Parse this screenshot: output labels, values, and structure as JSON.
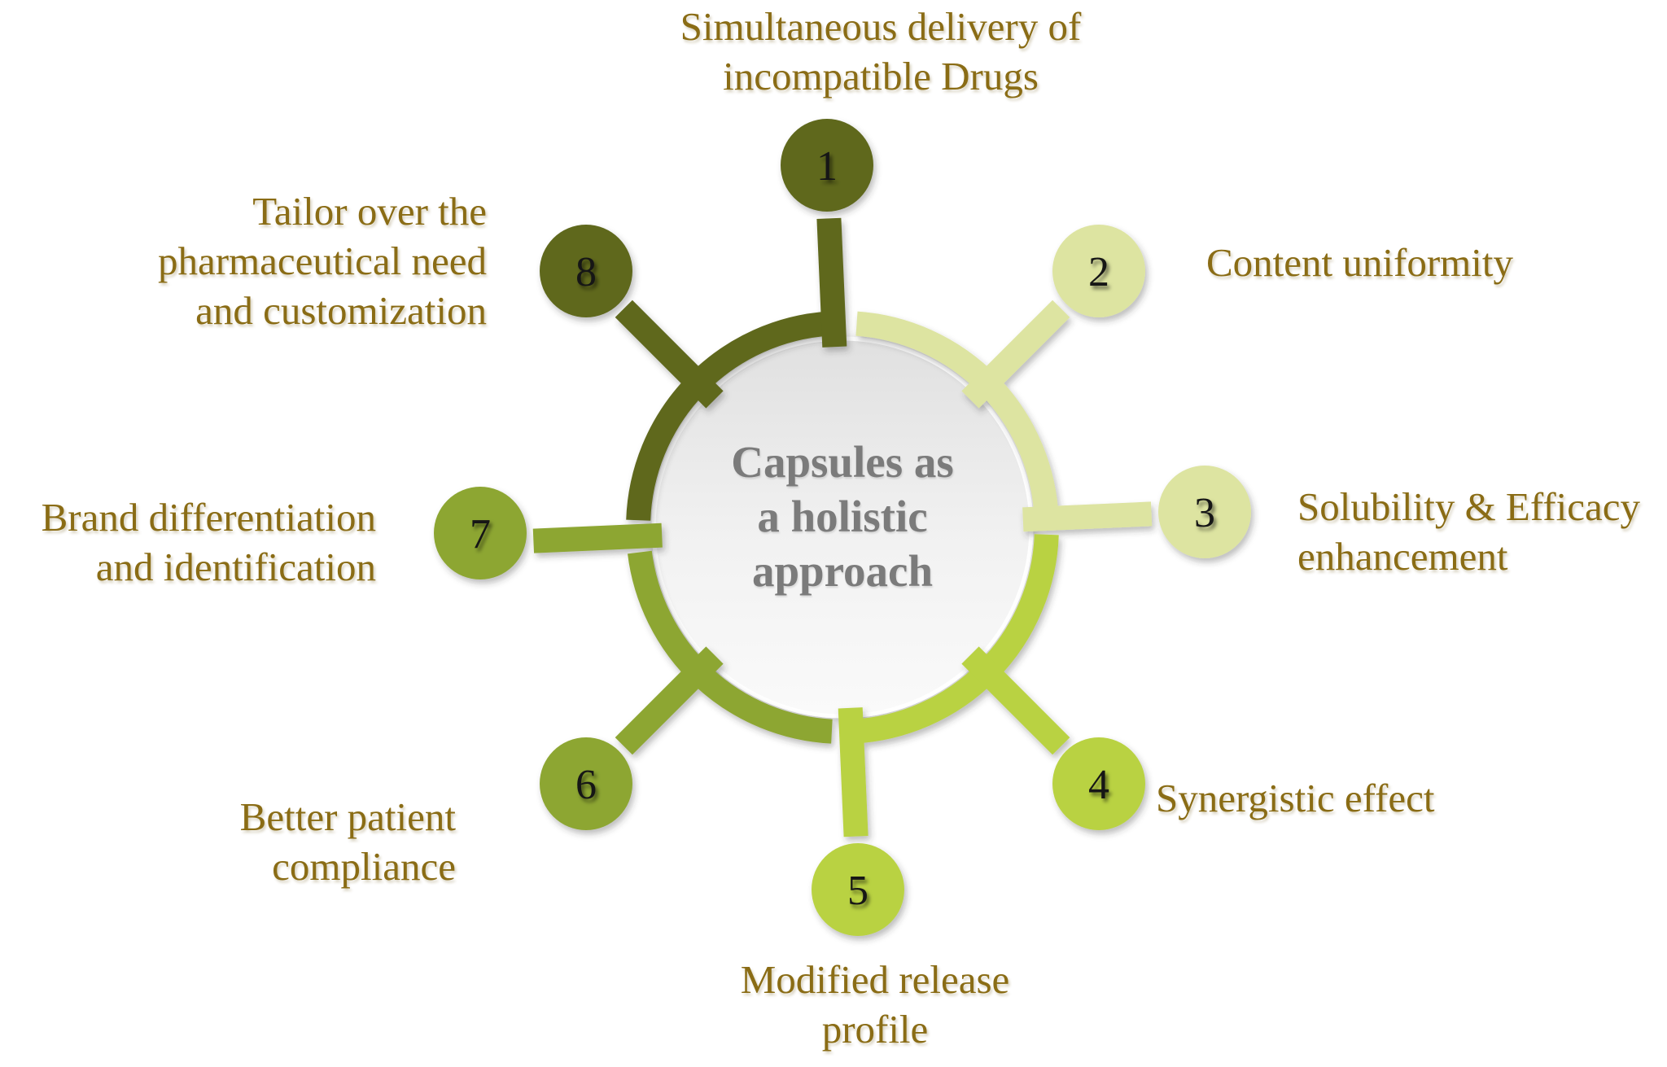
{
  "diagram": {
    "center": {
      "title": "Capsules as a holistic approach",
      "lines": [
        "Capsules as",
        "a holistic",
        "approach"
      ]
    },
    "palette": {
      "dark_olive": "#5e671d",
      "olive_green": "#8da633",
      "yellow_green": "#b9d243",
      "pale_green": "#dde4a1",
      "label_text": "#8a6c15",
      "center_text": "#7b7b7b",
      "number_text": "#161616",
      "hub_fill_top": "#e0e0e0",
      "hub_fill_bottom": "#fafafa"
    },
    "nodes": [
      {
        "number": "1",
        "label": "Simultaneous delivery of incompatible Drugs",
        "lines": [
          "Simultaneous delivery of",
          "incompatible Drugs"
        ]
      },
      {
        "number": "2",
        "label": "Content uniformity",
        "lines": [
          "Content uniformity"
        ]
      },
      {
        "number": "3",
        "label": "Solubility & Efficacy enhancement",
        "lines": [
          "Solubility & Efficacy",
          "enhancement"
        ]
      },
      {
        "number": "4",
        "label": "Synergistic effect",
        "lines": [
          "Synergistic effect"
        ]
      },
      {
        "number": "5",
        "label": "Modified release profile",
        "lines": [
          "Modified release",
          "profile"
        ]
      },
      {
        "number": "6",
        "label": "Better patient compliance",
        "lines": [
          "Better patient",
          "compliance"
        ]
      },
      {
        "number": "7",
        "label": "Brand differentiation and identification",
        "lines": [
          "Brand differentiation",
          "and identification"
        ]
      },
      {
        "number": "8",
        "label": "Tailor over the pharmaceutical need and customization",
        "lines": [
          "Tailor over the",
          "pharmaceutical need",
          "and customization"
        ]
      }
    ]
  }
}
